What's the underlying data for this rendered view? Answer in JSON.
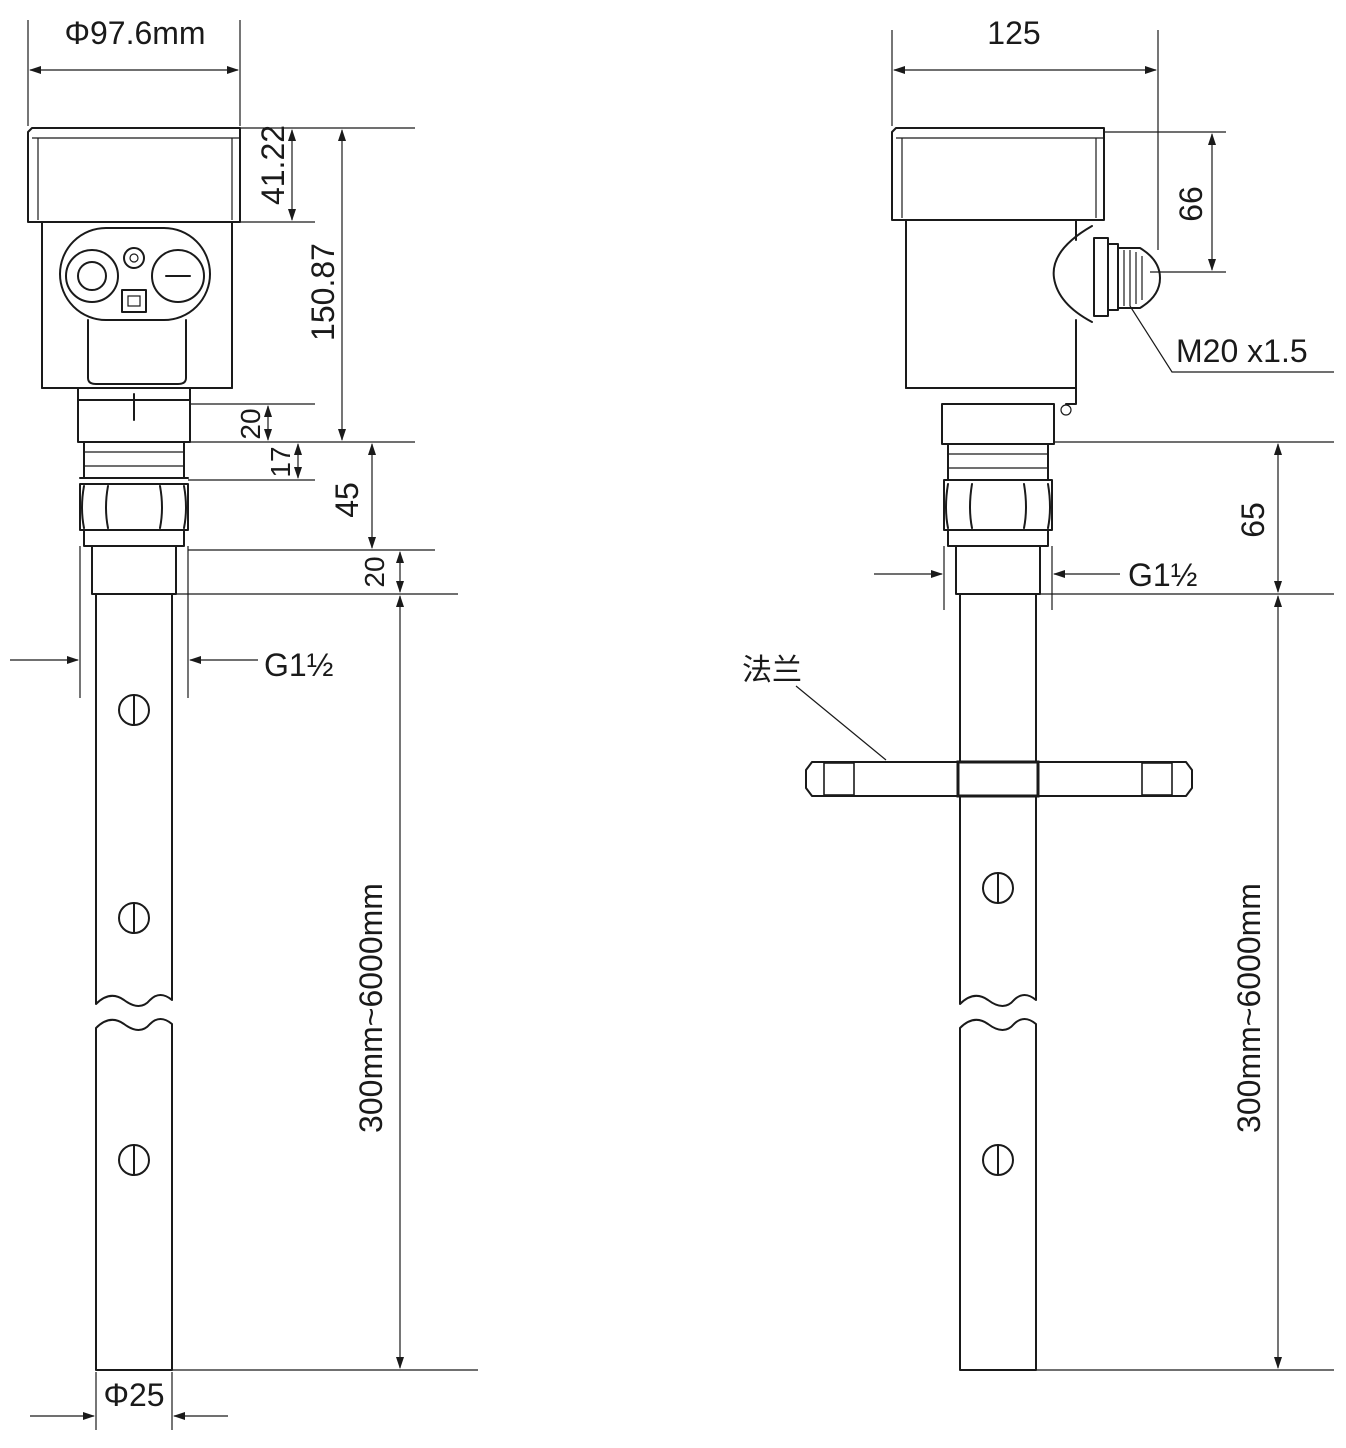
{
  "front_view": {
    "dim_diameter_top": "Φ97.6mm",
    "dim_cover": "41.22",
    "dim_housing": "150.87",
    "dim_neck": "20",
    "dim_hex_upper": "17",
    "dim_hex_total": "45",
    "dim_thread_len": "20",
    "dim_thread": "G1½",
    "dim_probe_length": "300mm~6000mm",
    "dim_probe_diameter": "Φ25"
  },
  "side_view": {
    "dim_width": "125",
    "dim_cable_height": "66",
    "dim_cable_gland": "M20 x1.5",
    "dim_process": "65",
    "dim_thread": "G1½",
    "flange_label": "法兰",
    "dim_probe_length": "300mm~6000mm"
  },
  "colors": {
    "line": "#1a1a1a",
    "background": "#ffffff"
  }
}
